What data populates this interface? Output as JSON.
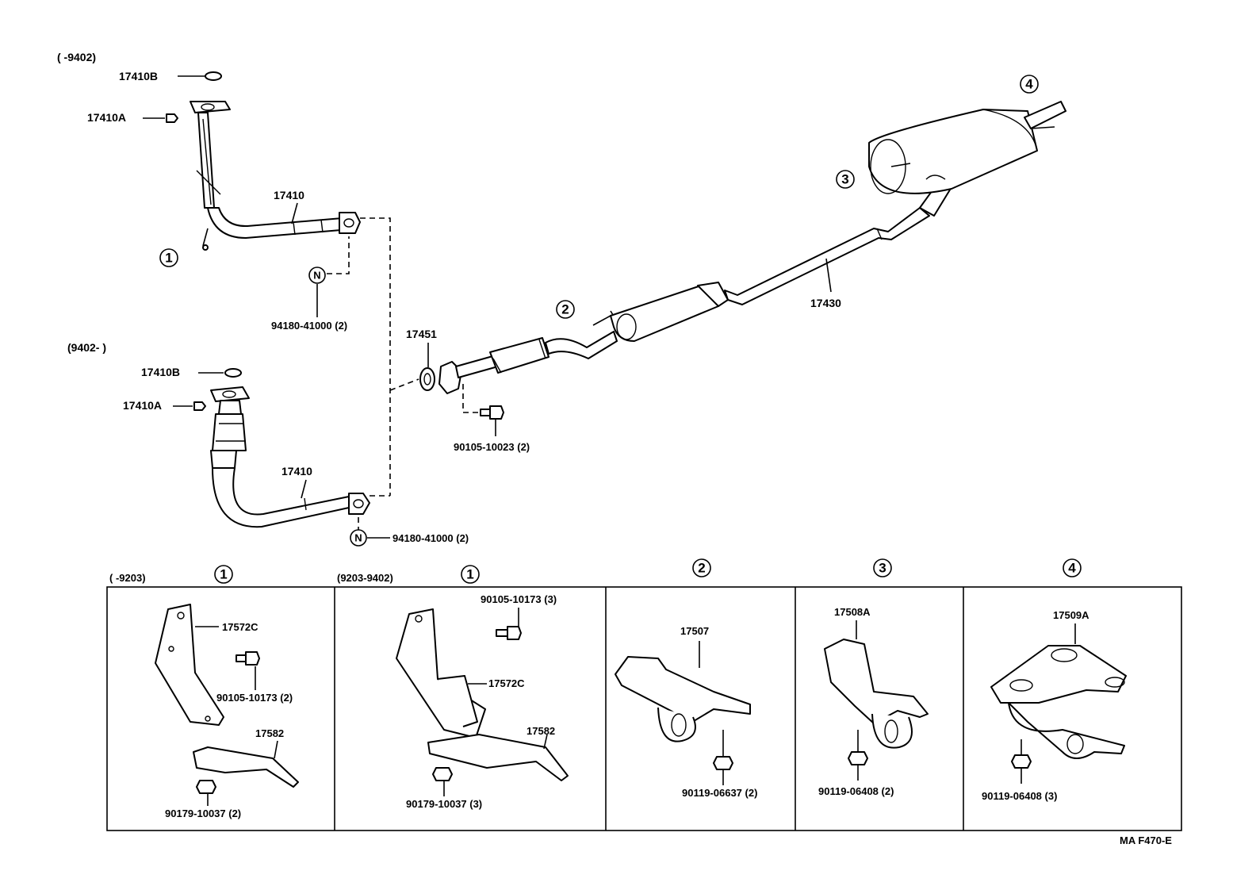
{
  "variants": {
    "upper": "(     -9402)",
    "lower": "(9402-      )"
  },
  "parts": {
    "gasket_b_upper": "17410B",
    "nut_a_upper": "17410A",
    "front_pipe_upper": "17410",
    "spring_bolt_upper": "94180-41000 (2)",
    "gasket_b_lower": "17410B",
    "nut_a_lower": "17410A",
    "front_pipe_lower": "17410",
    "spring_bolt_lower": "94180-41000 (2)",
    "ring_gasket": "17451",
    "bolt_center": "90105-10023 (2)",
    "tail_pipe": "17430"
  },
  "callouts": {
    "c1": "1",
    "c2": "2",
    "c3": "3",
    "c4": "4",
    "n_mark": "N"
  },
  "panels": [
    {
      "header": "(     -9203)",
      "callout": "1",
      "labels": [
        "17572C",
        "90105-10173 (2)",
        "17582",
        "90179-10037 (2)"
      ]
    },
    {
      "header": "(9203-9402)",
      "callout": "1",
      "labels": [
        "90105-10173 (3)",
        "17572C",
        "17582",
        "90179-10037 (3)"
      ]
    },
    {
      "header": "",
      "callout": "2",
      "labels": [
        "17507",
        "90119-06637 (2)"
      ]
    },
    {
      "header": "",
      "callout": "3",
      "labels": [
        "17508A",
        "90119-06408 (2)"
      ]
    },
    {
      "header": "",
      "callout": "4",
      "labels": [
        "17509A",
        "90119-06408 (3)"
      ]
    }
  ],
  "figure_code": "MA F470-E"
}
